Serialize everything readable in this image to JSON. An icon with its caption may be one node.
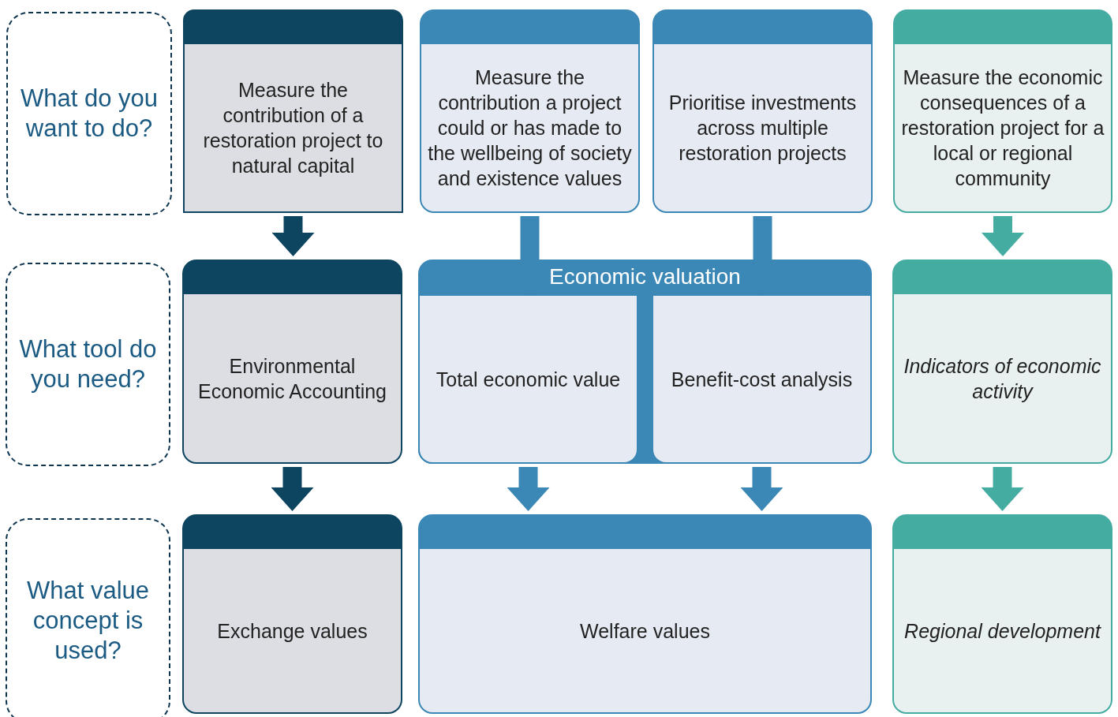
{
  "diagram": {
    "nodes": [
      {
        "text": [
          "What do you want to do?"
        ]
      },
      {
        "text": [
          "Measure the contribution of a restoration project to natural capital"
        ]
      },
      {
        "text": [
          "Measure the contribution a project could or has made to the wellbeing of society and existence values"
        ]
      },
      {
        "text": [
          "Prioritise investments across multiple restoration projects"
        ]
      },
      {
        "text": [
          "Measure the economic consequences of a restoration project for a local or regional community"
        ]
      },
      {
        "text": [
          "What tool do you need?"
        ]
      },
      {
        "text": [
          "Environmental Economic Accounting"
        ]
      },
      {
        "text": [
          "Economic valuation"
        ]
      },
      {
        "text": [
          "Total economic value"
        ],
        "in": 7
      },
      {
        "text": [
          "Benefit-cost analysis"
        ],
        "in": 7
      },
      {
        "text": [
          "Indicators of economic activity"
        ]
      },
      {
        "text": [
          "What value concept is used?"
        ]
      },
      {
        "text": [
          "Exchange values"
        ]
      },
      {
        "text": [
          "Welfare values"
        ]
      },
      {
        "text": [
          "Regional development"
        ]
      }
    ],
    "edges": [
      {
        "from": 1,
        "to": 6,
        "arrow": "to",
        "color": "#0d4561"
      },
      {
        "from": 2,
        "to": 8,
        "arrow": "to"
      },
      {
        "from": 3,
        "to": 9,
        "arrow": "to"
      },
      {
        "from": 4,
        "to": 10,
        "arrow": "to",
        "color": "#45aca2"
      },
      {
        "from": 6,
        "to": 12,
        "arrow": "to",
        "color": "#0d4561"
      },
      {
        "from": 8,
        "to": 13,
        "arrow": "to"
      },
      {
        "from": 9,
        "to": 13,
        "arrow": "to"
      },
      {
        "from": 10,
        "to": 14,
        "arrow": "to",
        "color": "#45aca2"
      }
    ]
  }
}
